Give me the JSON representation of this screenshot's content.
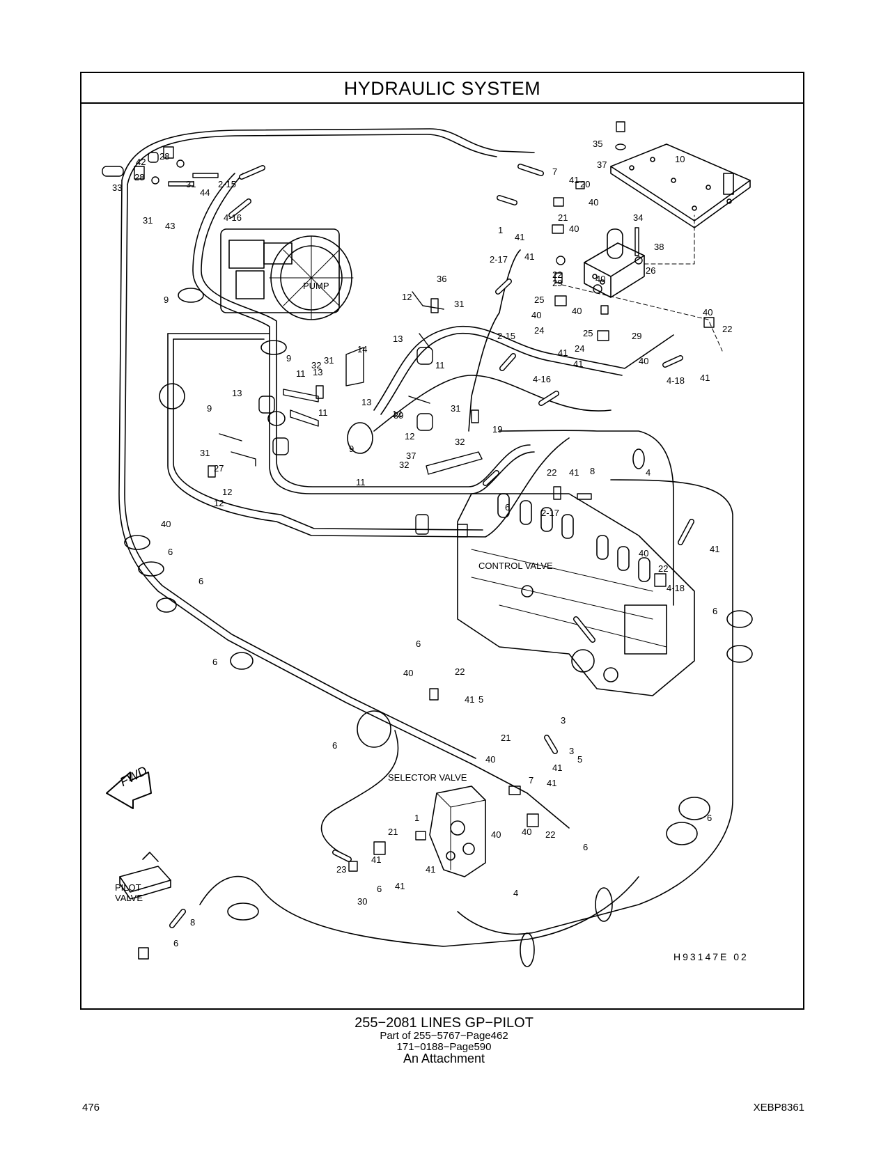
{
  "header": {
    "title": "HYDRAULIC   SYSTEM"
  },
  "diagram": {
    "component_labels": {
      "pump": "PUMP",
      "control_valve": "CONTROL  VALVE",
      "selector_valve": "SELECTOR  VALVE",
      "pilot_valve": "PILOT\nVALVE",
      "fwd": "FWD"
    },
    "drawing_code": "H93147E    02",
    "callouts": [
      "42",
      "28",
      "28",
      "33",
      "31",
      "31",
      "2-15",
      "44",
      "43",
      "4-16",
      "9",
      "1",
      "7",
      "41",
      "20",
      "41",
      "21",
      "40",
      "35",
      "37",
      "10",
      "40",
      "34",
      "38",
      "26",
      "41",
      "22",
      "40",
      "2-17",
      "29",
      "25",
      "40",
      "40",
      "29",
      "25",
      "24",
      "41",
      "24",
      "41",
      "40",
      "40",
      "22",
      "41",
      "4-18",
      "36",
      "31",
      "12",
      "13",
      "2-15",
      "9",
      "31",
      "14",
      "32",
      "11",
      "11",
      "11",
      "4-16",
      "13",
      "9",
      "12",
      "13",
      "11",
      "27",
      "13",
      "39",
      "31",
      "32",
      "12",
      "37",
      "12",
      "19",
      "32",
      "31",
      "9",
      "12",
      "22",
      "41",
      "8",
      "4",
      "6",
      "2-17",
      "40",
      "22",
      "41",
      "4-18",
      "40",
      "6",
      "6",
      "6",
      "6",
      "6",
      "40",
      "22",
      "41",
      "5",
      "3",
      "3",
      "5",
      "6",
      "21",
      "40",
      "41",
      "7",
      "41",
      "22",
      "40",
      "40",
      "1",
      "41",
      "21",
      "41",
      "23",
      "41",
      "30",
      "6",
      "6",
      "6",
      "4",
      "8",
      "6"
    ]
  },
  "footer": {
    "part_title": "255−2081   LINES GP−PILOT",
    "part_of": "Part of 255−5767−Page462",
    "ref": "171−0188−Page590",
    "attachment": "An Attachment",
    "page_number": "476",
    "doc_code": "XEBP8361"
  }
}
